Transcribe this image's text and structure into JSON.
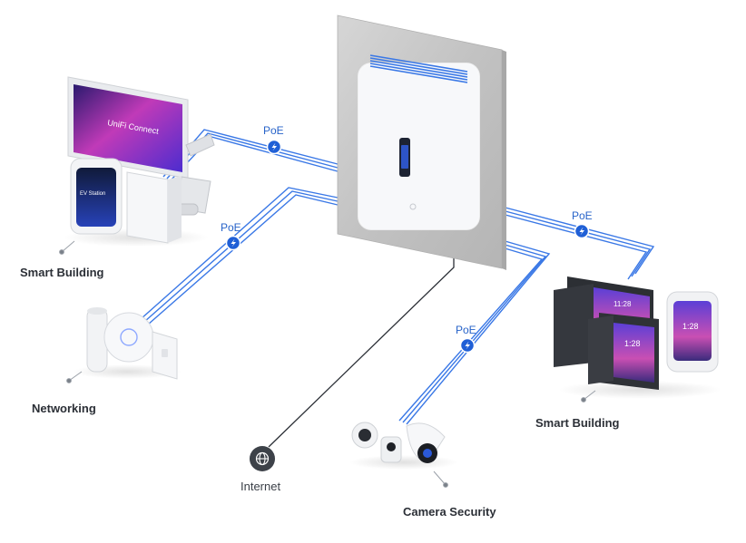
{
  "colors": {
    "cable": "#3a78e6",
    "poe_accent": "#1f5fd6",
    "label_text": "#2b2f36",
    "wall": "#c9c9c9",
    "device_white": "#f4f5f7",
    "phone_dark": "#2c2f34"
  },
  "poe_badges": [
    {
      "label": "PoE",
      "icon": "lightning-bolt-icon"
    },
    {
      "label": "PoE",
      "icon": "lightning-bolt-icon"
    },
    {
      "label": "PoE",
      "icon": "lightning-bolt-icon"
    },
    {
      "label": "PoE",
      "icon": "lightning-bolt-icon"
    }
  ],
  "labels": {
    "smart_building_left": "Smart Building",
    "networking": "Networking",
    "internet": "Internet",
    "camera_security": "Camera Security",
    "smart_building_right": "Smart Building"
  },
  "devices": {
    "monitor_brand": "UniFi Connect",
    "ev_station": "EV Station",
    "phone_time_1": "11:28",
    "phone_time_2": "1:28",
    "phone_time_3": "1:28"
  },
  "icons": {
    "internet": "globe-icon"
  }
}
